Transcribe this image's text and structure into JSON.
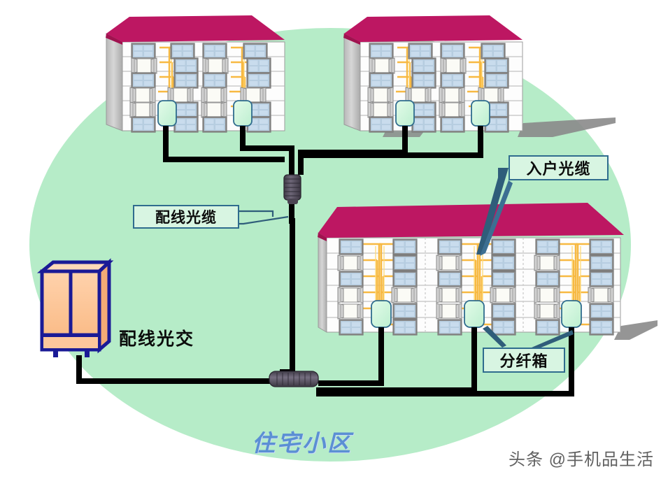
{
  "diagram": {
    "title_text": "住宅小区",
    "watermark": "头条 @手机品生活",
    "background_color": "#ffffff",
    "community_ellipse_color": "#b6ecc8",
    "community_label_color": "#5b8fd4"
  },
  "labels": {
    "distribution_cable": "配线光缆",
    "drop_cable": "入户光缆",
    "fiber_splitting_box": "分纤箱",
    "distribution_cabinet": "配线光交"
  },
  "callout_style": {
    "fill": "#d8f5e2",
    "border": "#2f6c8e",
    "pointer": "#2f5d7a"
  },
  "elements": {
    "buildings": [
      {
        "name": "building-top-left",
        "floors": 6,
        "units": 2,
        "fiber_boxes": 2,
        "roof_color": "#bd1762",
        "wall_color": "#fdfdfd",
        "side_wall_color": "#c9c9c9"
      },
      {
        "name": "building-top-right",
        "floors": 6,
        "units": 2,
        "fiber_boxes": 2,
        "roof_color": "#bd1762",
        "wall_color": "#fdfdfd",
        "side_wall_color": "#c9c9c9"
      },
      {
        "name": "building-bottom",
        "floors": 6,
        "units": 3,
        "fiber_boxes": 3,
        "roof_color": "#bd1762",
        "wall_color": "#fdfdfd",
        "side_wall_color": "#c9c9c9"
      }
    ],
    "splice_closures": [
      {
        "name": "splice-closure-upper",
        "orientation": "vertical",
        "color": "#595261"
      },
      {
        "name": "splice-closure-lower",
        "orientation": "horizontal",
        "color": "#595261"
      }
    ],
    "cabinet": {
      "name": "distribution-cabinet",
      "body_color": "#fcc396",
      "frame_color": "#1a1a96",
      "doors": 2
    },
    "cable_colors": {
      "distribution_cable": "#000000",
      "drop_cable_indoor": "#f7b942",
      "drop_cable_indoor_light": "#ffd978"
    },
    "fiber_box_color": "#cdf5da",
    "fiber_box_border": "#2f6c8e",
    "window_glass_color": "#aec8dd",
    "window_frame_color": "#8d8d8d"
  }
}
